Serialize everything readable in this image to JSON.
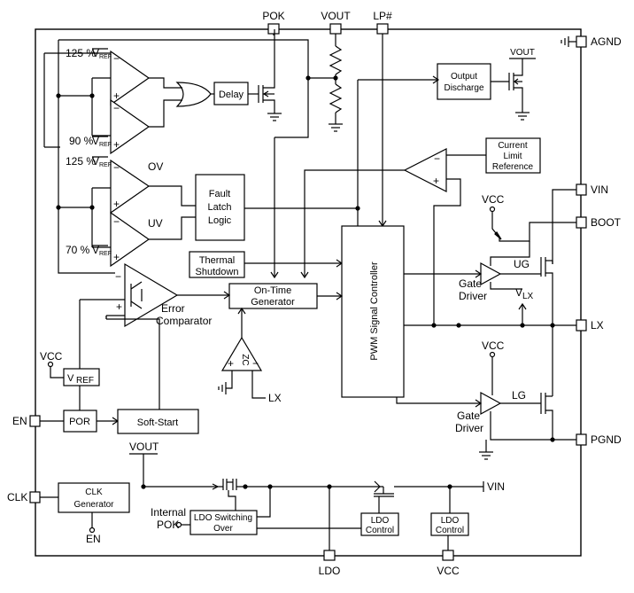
{
  "pins": {
    "pok": "POK",
    "vout": "VOUT",
    "lp": "LP#",
    "agnd": "AGND",
    "vin": "VIN",
    "boot": "BOOT",
    "lx": "LX",
    "pgnd": "PGND",
    "en": "EN",
    "clk": "CLK",
    "ldo": "LDO",
    "vcc": "VCC"
  },
  "comparators": {
    "pct125_a": "125 %",
    "pct90": "90 %",
    "pct125_b": "125 %",
    "pct70": "70 %",
    "vref_v": "V",
    "vref_sub": "REF",
    "ov": "OV",
    "uv": "UV",
    "plus": "+",
    "minus": "−"
  },
  "blocks": {
    "delay": "Delay",
    "output_discharge": [
      "Output",
      "Discharge"
    ],
    "output_discharge_vout": "VOUT",
    "current_limit": [
      "Current",
      "Limit",
      "Reference"
    ],
    "fault_latch": [
      "Fault",
      "Latch",
      "Logic"
    ],
    "thermal": [
      "Thermal",
      "Shutdown"
    ],
    "on_time": [
      "On-Time",
      "Generator"
    ],
    "pwm": "PWM Signal Controller",
    "error_comp": [
      "Error",
      "Comparator"
    ],
    "zc": "ZC",
    "zc_lx": "LX",
    "vcc_left": "VCC",
    "vref_box_v": "V",
    "vref_box_sub": "REF",
    "por": "POR",
    "soft_start": "Soft-Start",
    "ug": "UG",
    "lg": "LG",
    "gate_driver_top": [
      "Gate",
      "Driver"
    ],
    "gate_driver_bot": [
      "Gate",
      "Driver"
    ],
    "vcc_top": "VCC",
    "vcc_mid": "VCC",
    "vlx_v": "V",
    "vlx_sub": "LX",
    "clk_gen": [
      "CLK",
      "Generator"
    ],
    "clk_en": "EN",
    "vout_bottom": "VOUT",
    "vin_bottom": "VIN",
    "internal_pok": [
      "Internal",
      "POK"
    ],
    "ldo_switching": [
      "LDO Switching",
      "Over"
    ],
    "ldo_control_1": [
      "LDO",
      "Control"
    ],
    "ldo_control_2": [
      "LDO",
      "Control"
    ]
  },
  "colors": {
    "line": "#000000",
    "background": "#ffffff"
  }
}
